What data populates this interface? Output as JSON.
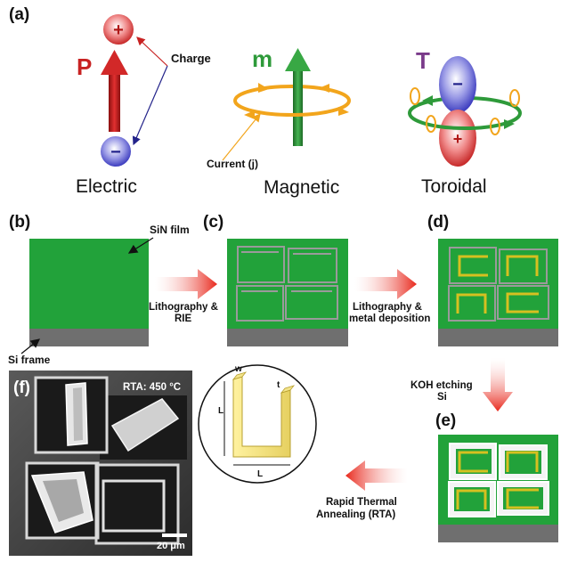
{
  "panels": {
    "a": "(a)",
    "b": "(b)",
    "c": "(c)",
    "d": "(d)",
    "e": "(e)",
    "f": "(f)"
  },
  "symbols": {
    "electric": "P",
    "magnetic": "m",
    "toroidal": "T",
    "plus": "+",
    "minus": "−"
  },
  "dipoles": {
    "electric": "Electric",
    "magnetic": "Magnetic",
    "toroidal": "Toroidal"
  },
  "annotations": {
    "charge": "Charge",
    "current": "Current (j)",
    "sin_film": "SiN film",
    "si_frame": "Si frame",
    "rta_temp": "RTA: 450 °C",
    "scale_bar": "20 μm"
  },
  "steps": {
    "step1_line1": "Lithography &",
    "step1_line2": "RIE",
    "step2_line1": "Lithography &",
    "step2_line2": "metal deposition",
    "step3_line1": "KOH etching",
    "step3_line2": "Si",
    "step4_line1": "Rapid Thermal",
    "step4_line2": "Annealing (RTA)"
  },
  "dimensions": {
    "w": "w",
    "t": "t",
    "l_vertical": "L",
    "l_horizontal": "L"
  },
  "colors": {
    "film": "#22a23a",
    "frame": "#6f6f6f",
    "electric": "#c82222",
    "magnetic": "#2e9a3a",
    "toroidal_letter": "#7a3a8a",
    "current": "#f2a51c",
    "gold": "#d6c020",
    "process_arrow": "#e8281c"
  }
}
